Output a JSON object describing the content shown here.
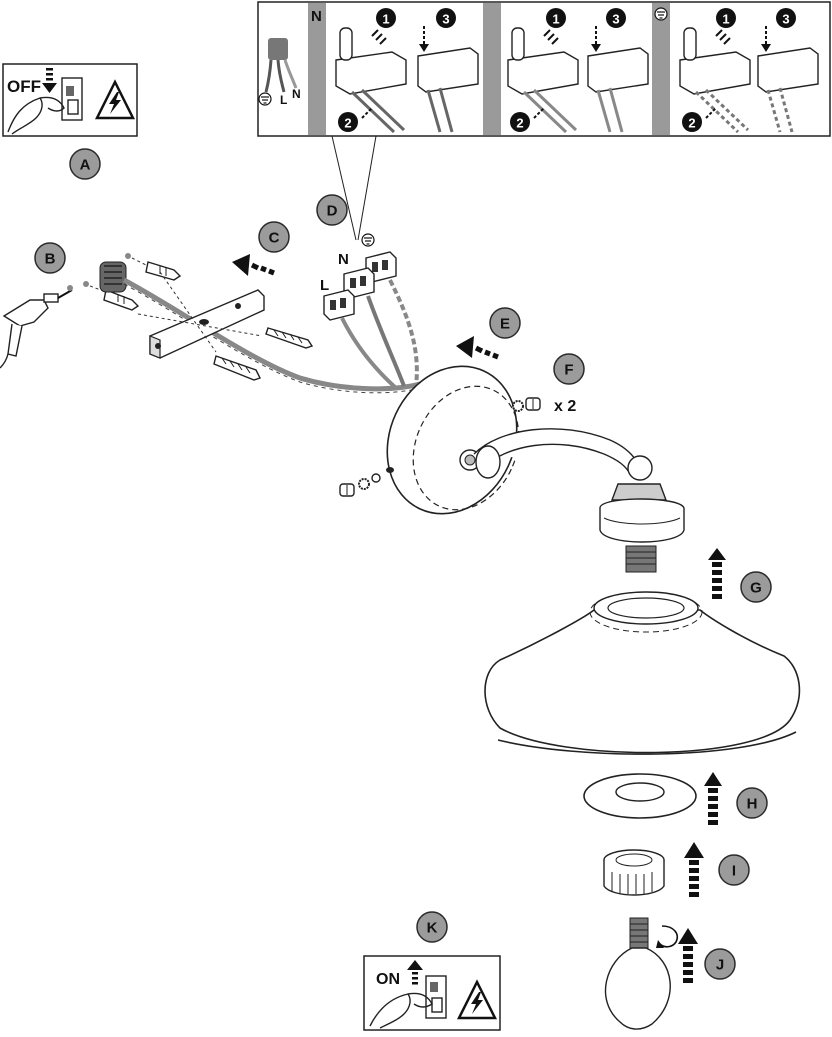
{
  "steps": {
    "a": "A",
    "b": "B",
    "c": "C",
    "d": "D",
    "e": "E",
    "f": "F",
    "g": "G",
    "h": "H",
    "i": "I",
    "j": "J",
    "k": "K"
  },
  "switch_off": {
    "label": "OFF"
  },
  "switch_on": {
    "label": "ON"
  },
  "wiring_panel": {
    "neutral_label": "N",
    "cable_labels": {
      "live": "L",
      "neutral": "N"
    },
    "connector_steps": [
      "1",
      "2",
      "3"
    ]
  },
  "terminals": {
    "neutral": "N",
    "live": "L"
  },
  "screw_qty": "x 2",
  "icons": [
    "lightning-warning-icon",
    "ground-symbol-icon",
    "motion-arrow-icon",
    "rotate-arrow-icon",
    "drill-icon",
    "hand-icon"
  ],
  "colors": {
    "badge": "#9b9b9b",
    "panel_separator": "#9a9a9a",
    "ink": "#222222"
  }
}
